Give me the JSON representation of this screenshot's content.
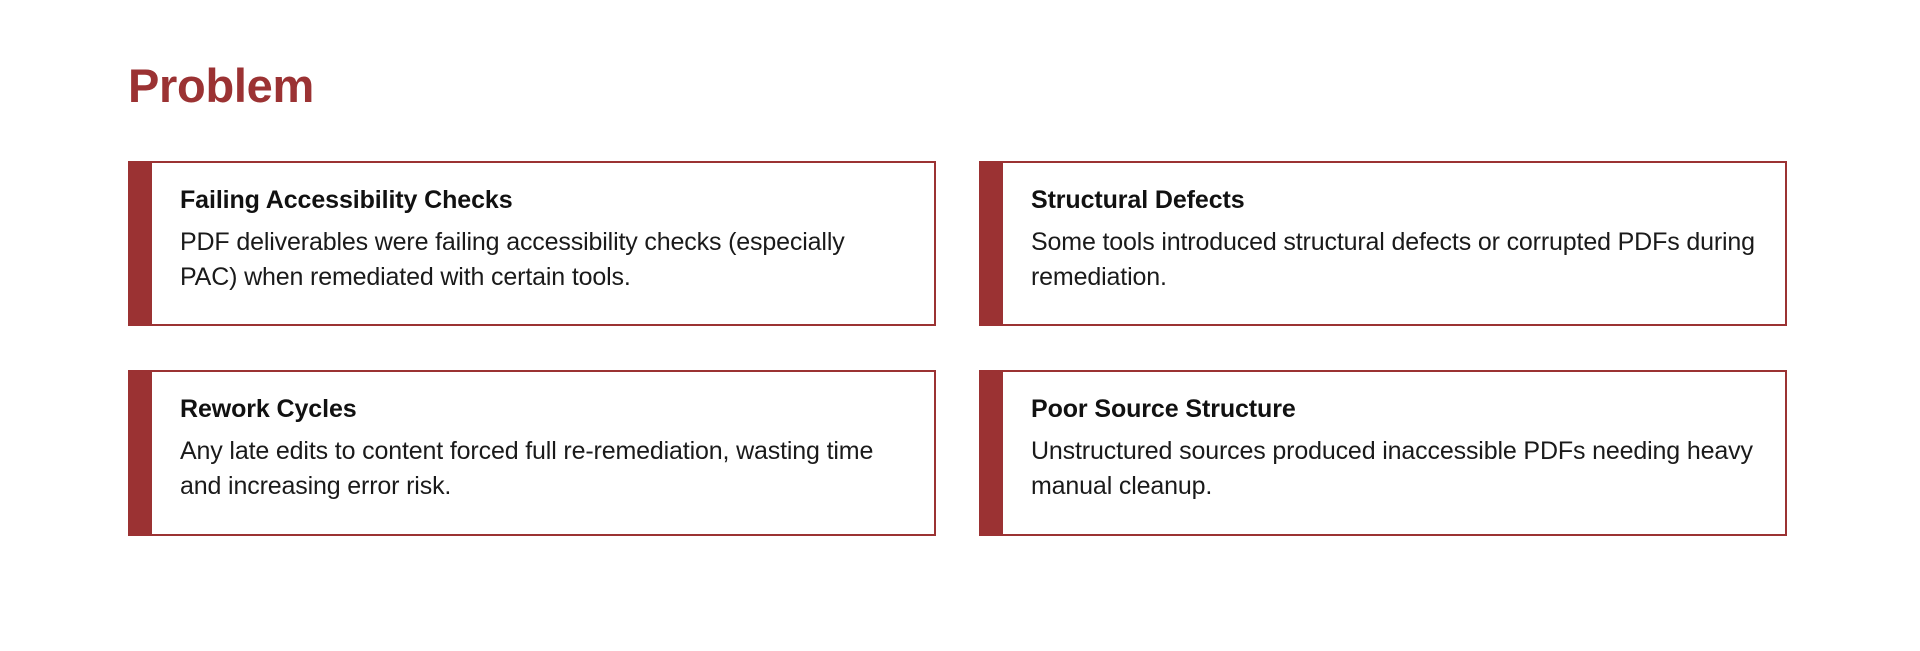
{
  "slide": {
    "title": "Problem",
    "accent_color": "#9B3233",
    "background_color": "#FFFFFF",
    "heading_color": "#111111",
    "body_text_color": "#1A1A1A"
  },
  "cards": [
    {
      "heading": "Failing Accessibility Checks",
      "text": "PDF deliverables were failing accessibility checks (especially PAC) when remediated with certain tools."
    },
    {
      "heading": "Structural Defects",
      "text": "Some tools introduced structural defects or corrupted PDFs during remediation."
    },
    {
      "heading": "Rework Cycles",
      "text": "Any late edits to content forced full re-remediation, wasting time and increasing error risk."
    },
    {
      "heading": "Poor Source Structure",
      "text": "Unstructured sources produced inaccessible PDFs needing heavy manual cleanup."
    }
  ]
}
